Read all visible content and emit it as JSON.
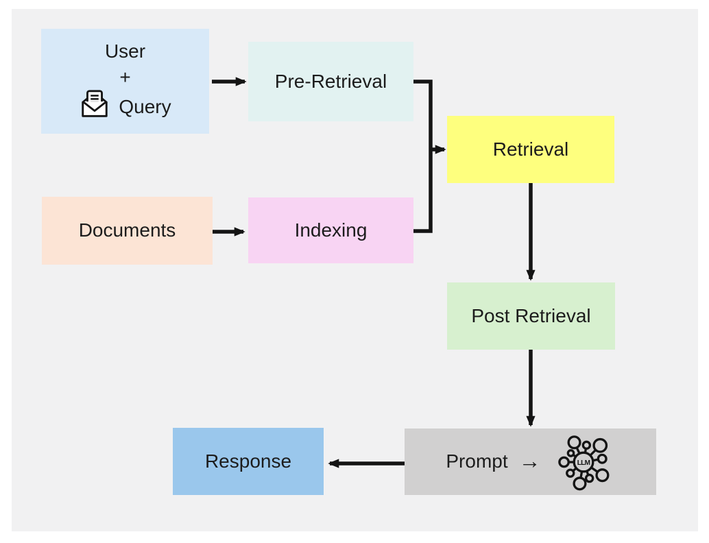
{
  "page": {
    "background": "#ffffff",
    "canvas_background": "#f1f1f2"
  },
  "diagram": {
    "arrow_color": "#141414",
    "text_color": "#1c1c1c",
    "nodes": {
      "user_query": {
        "line1": "User",
        "line2": "+",
        "line3": "Query",
        "color": "#d8e9f8",
        "icon": "open-envelope-icon"
      },
      "pre_retrieval": {
        "label": "Pre-Retrieval",
        "color": "#e2f2f1"
      },
      "documents": {
        "label": "Documents",
        "color": "#fce4d5"
      },
      "indexing": {
        "label": "Indexing",
        "color": "#f8d4f3"
      },
      "retrieval": {
        "label": "Retrieval",
        "color": "#feff7e"
      },
      "post_retrieval": {
        "label": "Post Retrieval",
        "color": "#d7f0cf"
      },
      "prompt": {
        "label": "Prompt",
        "arrow_glyph": "→",
        "color": "#d1d0d0",
        "icon": "llm-network-icon",
        "icon_label": "LLM"
      },
      "response": {
        "label": "Response",
        "color": "#9ac7ec"
      }
    },
    "edges": [
      {
        "from": "user_query",
        "to": "pre_retrieval"
      },
      {
        "from": "documents",
        "to": "indexing"
      },
      {
        "from": "pre_retrieval",
        "to": "retrieval"
      },
      {
        "from": "indexing",
        "to": "retrieval"
      },
      {
        "from": "retrieval",
        "to": "post_retrieval"
      },
      {
        "from": "post_retrieval",
        "to": "prompt"
      },
      {
        "from": "prompt",
        "to": "response"
      }
    ]
  }
}
